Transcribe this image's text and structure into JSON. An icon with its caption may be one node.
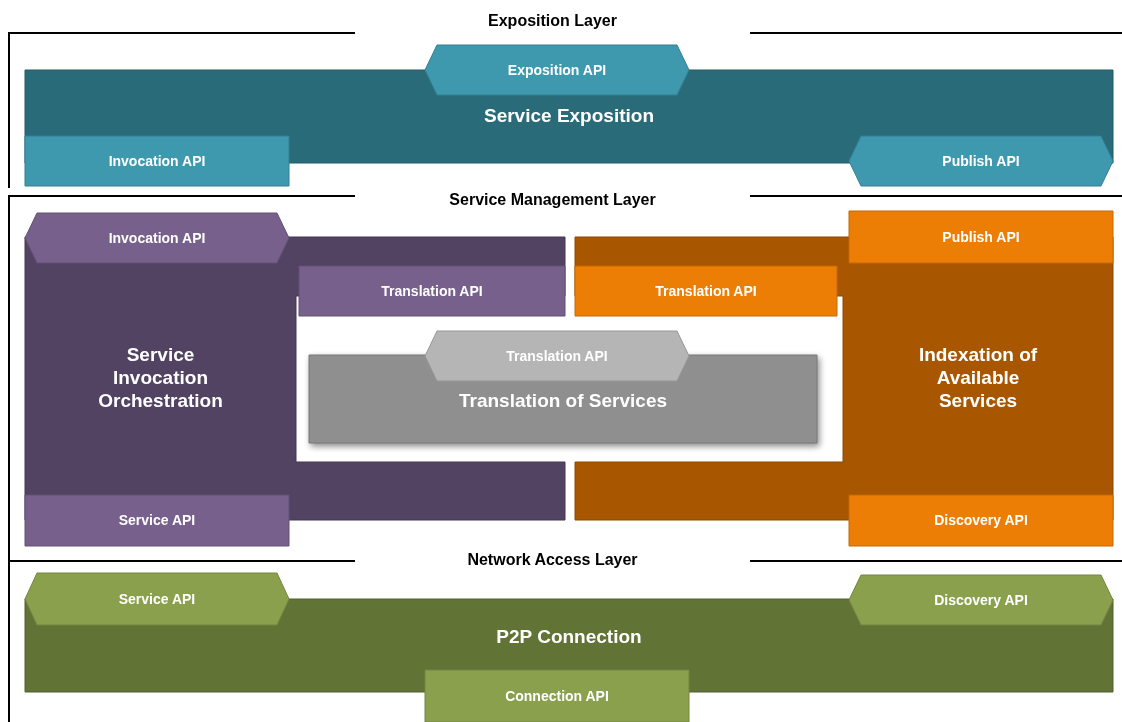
{
  "diagram": {
    "nodes": [
      {
        "text": [
          "Exposition Layer"
        ]
      },
      {
        "text": [
          "Service Exposition"
        ],
        "in": 0
      },
      {
        "text": [
          "Exposition API"
        ],
        "in": 0
      },
      {
        "text": [
          "Invocation API"
        ],
        "in": 0
      },
      {
        "text": [
          "Publish API"
        ],
        "in": 0
      },
      {
        "text": [
          "Service Management Layer"
        ]
      },
      {
        "text": [
          "Service Invocation Orchestration"
        ],
        "in": 5
      },
      {
        "text": [
          "Invocation API"
        ],
        "in": 5
      },
      {
        "text": [
          "Translation API"
        ],
        "in": 6
      },
      {
        "text": [
          "Service API"
        ],
        "in": 5
      },
      {
        "text": [
          "Indexation of Available Services"
        ],
        "in": 5
      },
      {
        "text": [
          "Publish API"
        ],
        "in": 5
      },
      {
        "text": [
          "Translation API"
        ],
        "in": 10
      },
      {
        "text": [
          "Discovery API"
        ],
        "in": 5
      },
      {
        "text": [
          "Translation of Services"
        ],
        "in": 5
      },
      {
        "text": [
          "Translation API"
        ],
        "in": 5
      },
      {
        "text": [
          "Network Access Layer"
        ]
      },
      {
        "text": [
          "P2P Connection"
        ],
        "in": 16
      },
      {
        "text": [
          "Service API"
        ],
        "in": 16
      },
      {
        "text": [
          "Discovery API"
        ],
        "in": 16
      },
      {
        "text": [
          "Connection API"
        ],
        "in": 16
      }
    ]
  }
}
